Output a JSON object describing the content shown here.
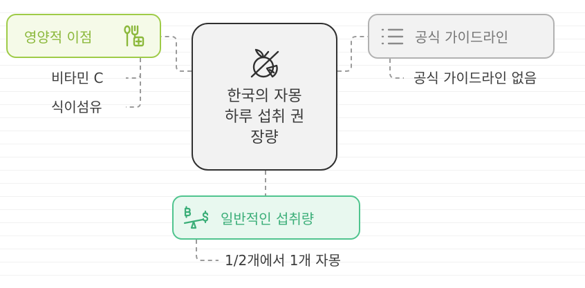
{
  "center": {
    "lines": [
      "한국의 자몽",
      "하루 섭취 권",
      "장량"
    ],
    "icon": "grapefruit-icon"
  },
  "branches": {
    "nutrition": {
      "label": "영양적 이점",
      "icon": "fork-health-icon",
      "items": [
        "비타민 C",
        "식이섬유"
      ]
    },
    "official": {
      "label": "공식 가이드라인",
      "icon": "list-icon",
      "items": [
        "공식 가이드라인 없음"
      ]
    },
    "intake": {
      "label": "일반적인 섭취량",
      "icon": "balance-scale-icon",
      "items": [
        "1/2개에서 1개 자몽"
      ]
    }
  },
  "colors": {
    "nutrition_accent": "#9ecb47",
    "official_accent": "#b1b1b1",
    "intake_accent": "#4fc48e",
    "center_border": "#2f2f2f",
    "connector": "#9a9a9a"
  }
}
